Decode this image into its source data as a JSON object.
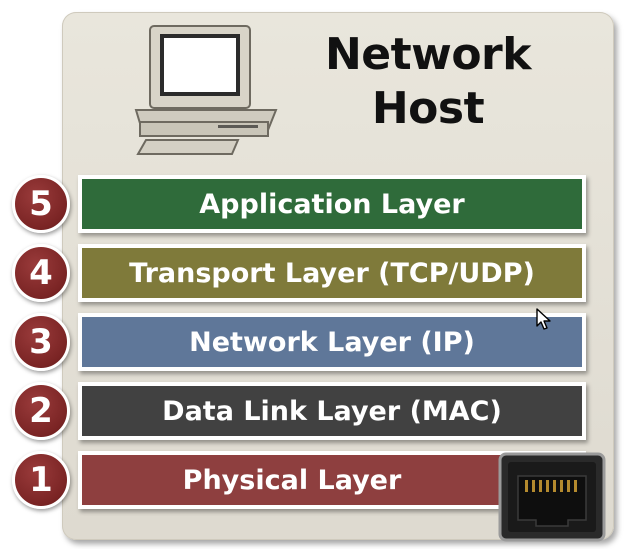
{
  "title": {
    "line1": "Network",
    "line2": "Host"
  },
  "layers": [
    {
      "number": "5",
      "name": "Application Layer",
      "color": "#2f6b3a"
    },
    {
      "number": "4",
      "name": "Transport Layer (TCP/UDP)",
      "color": "#7f7a3a"
    },
    {
      "number": "3",
      "name": "Network Layer (IP)",
      "color": "#5f7799"
    },
    {
      "number": "2",
      "name": "Data Link Layer (MAC)",
      "color": "#414141"
    },
    {
      "number": "1",
      "name": "Physical Layer",
      "color": "#8e3f3f"
    }
  ],
  "colors": {
    "panel": "#e9e6dc",
    "number_badge": "#7a2424"
  },
  "icons": [
    "computer-icon",
    "ethernet-port-icon",
    "mouse-cursor-icon"
  ]
}
